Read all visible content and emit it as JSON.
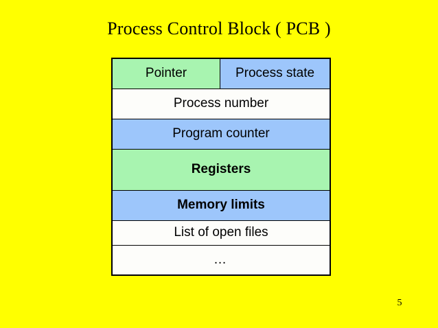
{
  "slide": {
    "background_color": "#ffff00",
    "title": "Process Control Block ( PCB )",
    "page_number": "5"
  },
  "colors": {
    "background": "#ffff00",
    "green_cell": "#a8f4b0",
    "blue_cell": "#9dc6fb",
    "white_cell": "#fdfdfa",
    "border": "#000000",
    "text": "#000000"
  },
  "pcb_table": {
    "rows": [
      {
        "cells": [
          {
            "label": "Pointer",
            "fill": "green",
            "bold": false
          },
          {
            "label": "Process state",
            "fill": "blue",
            "bold": false
          }
        ]
      },
      {
        "cells": [
          {
            "label": "Process number",
            "fill": "white",
            "bold": false
          }
        ]
      },
      {
        "cells": [
          {
            "label": "Program counter",
            "fill": "blue",
            "bold": false
          }
        ]
      },
      {
        "cells": [
          {
            "label": "Registers",
            "fill": "green",
            "bold": true
          }
        ]
      },
      {
        "cells": [
          {
            "label": "Memory limits",
            "fill": "blue",
            "bold": true
          }
        ]
      },
      {
        "cells": [
          {
            "label": "List of open files",
            "fill": "white",
            "bold": false
          }
        ]
      },
      {
        "cells": [
          {
            "label": "…",
            "fill": "white",
            "bold": false
          }
        ]
      }
    ]
  }
}
